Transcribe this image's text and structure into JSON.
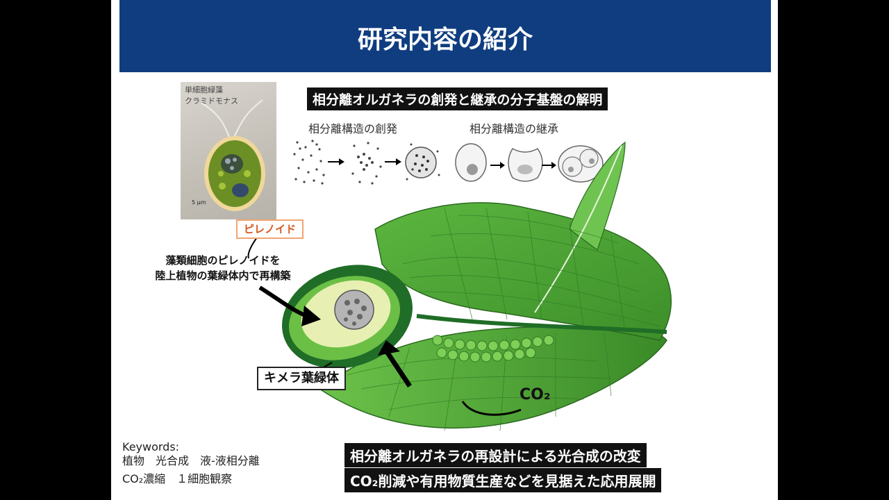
{
  "slide": {
    "title": "研究内容の紹介",
    "research_topic": "相分離オルガネラの創発と継承の分子基盤の解明",
    "creation_label": "相分離構造の創発",
    "inheritance_label": "相分離構造の継承",
    "photo": {
      "label_line1": "単細胞緑藻",
      "label_line2": "クラミドモナス",
      "scale": "5 μm"
    },
    "pyrenoid_tag": "ピレノイド",
    "note_line1": "藻類細胞のピレノイドを",
    "note_line2": "陸上植物の葉緑体内で再構築",
    "chimera_tag": "キメラ葉緑体",
    "co2_label": "CO₂",
    "keywords": {
      "heading": "Keywords:",
      "line1": "植物　光合成　液-液相分離",
      "line2": "CO₂濃縮　１細胞観察"
    },
    "bottom_line1": "相分離オルガネラの再設計による光合成の改変",
    "bottom_line2": "CO₂削減や有用物質生産などを見据えた応用展開"
  },
  "colors": {
    "header": "#0f3d80",
    "leaf_green": "#4fa334",
    "dark_green": "#1f6d26",
    "pyrenoid_border": "#f2a472"
  }
}
